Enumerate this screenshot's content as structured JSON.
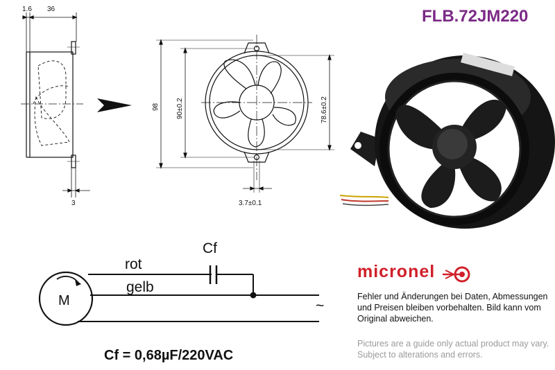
{
  "title": "FLB.72JM220",
  "side_view": {
    "dim_top_left": "1.6",
    "dim_top_right": "36",
    "dim_bottom": "3"
  },
  "front_view": {
    "dim_outer_height": "98",
    "dim_inner_height": "90±0.2",
    "dim_diameter": "78.6±0.2",
    "dim_hole": "3.7±0.1"
  },
  "wiring": {
    "capacitor_label": "Cf",
    "wire_red_label": "rot",
    "wire_yellow_label": "gelb",
    "motor_label": "M",
    "ac_symbol": "~",
    "formula": "Cf = 0,68µF/220VAC"
  },
  "brand": {
    "name": "micronel",
    "logo_icon": "micronel-fan-logo",
    "color": "#d0202a"
  },
  "disclaimer_de": "Fehler und Änderungen bei Daten, Abmessungen und Preisen bleiben vorbehalten. Bild kann vom Original abweichen.",
  "disclaimer_en": "Pictures are a guide only actual product may vary. Subject to alterations and errors."
}
